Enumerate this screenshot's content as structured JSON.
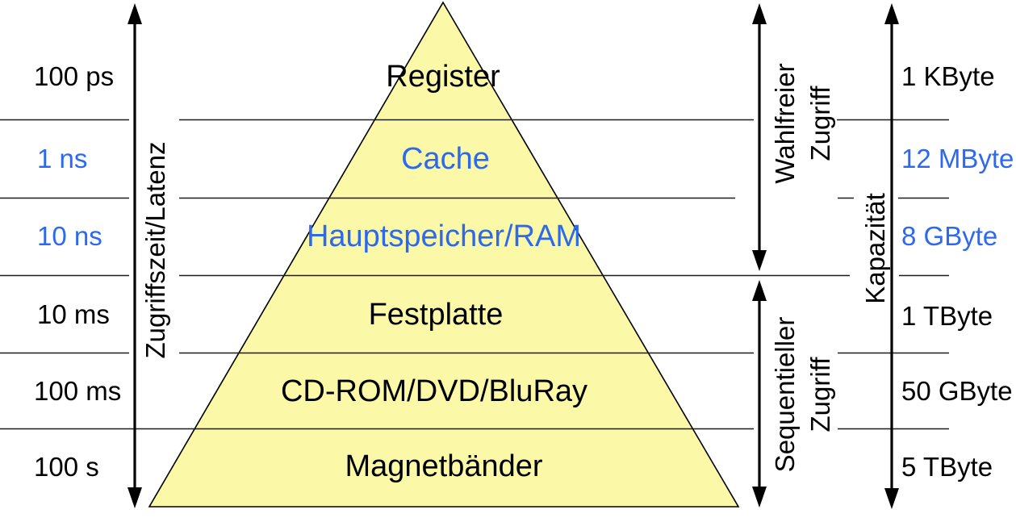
{
  "diagram": {
    "type": "memory-hierarchy-pyramid",
    "left_axis": {
      "label": "Zugriffszeit/Latenz"
    },
    "right_axis": {
      "label": "Kapazität"
    },
    "access_groups": {
      "random": {
        "line1": "Wahlfreier",
        "line2": "Zugriff"
      },
      "sequential": {
        "line1": "Sequentieller",
        "line2": "Zugriff"
      }
    },
    "pyramid": {
      "fill_color": "#fbf8a8",
      "levels": [
        {
          "name": "Register",
          "access_time": "100 ps",
          "capacity": "1 KByte",
          "highlighted": false
        },
        {
          "name": "Cache",
          "access_time": "1 ns",
          "capacity": "12 MByte",
          "highlighted": true
        },
        {
          "name": "Hauptspeicher/RAM",
          "access_time": "10 ns",
          "capacity": "8 GByte",
          "highlighted": true
        },
        {
          "name": "Festplatte",
          "access_time": "10 ms",
          "capacity": "1 TByte",
          "highlighted": false
        },
        {
          "name": "CD-ROM/DVD/BluRay",
          "access_time": "100 ms",
          "capacity": "50 GByte",
          "highlighted": false
        },
        {
          "name": "Magnetbänder",
          "access_time": "100 s",
          "capacity": "5 TByte",
          "highlighted": false
        }
      ]
    },
    "colors": {
      "highlight_blue": "#2d69f0",
      "pyramid_fill": "#fbf8a8",
      "line_black": "#1c1c1c"
    }
  }
}
